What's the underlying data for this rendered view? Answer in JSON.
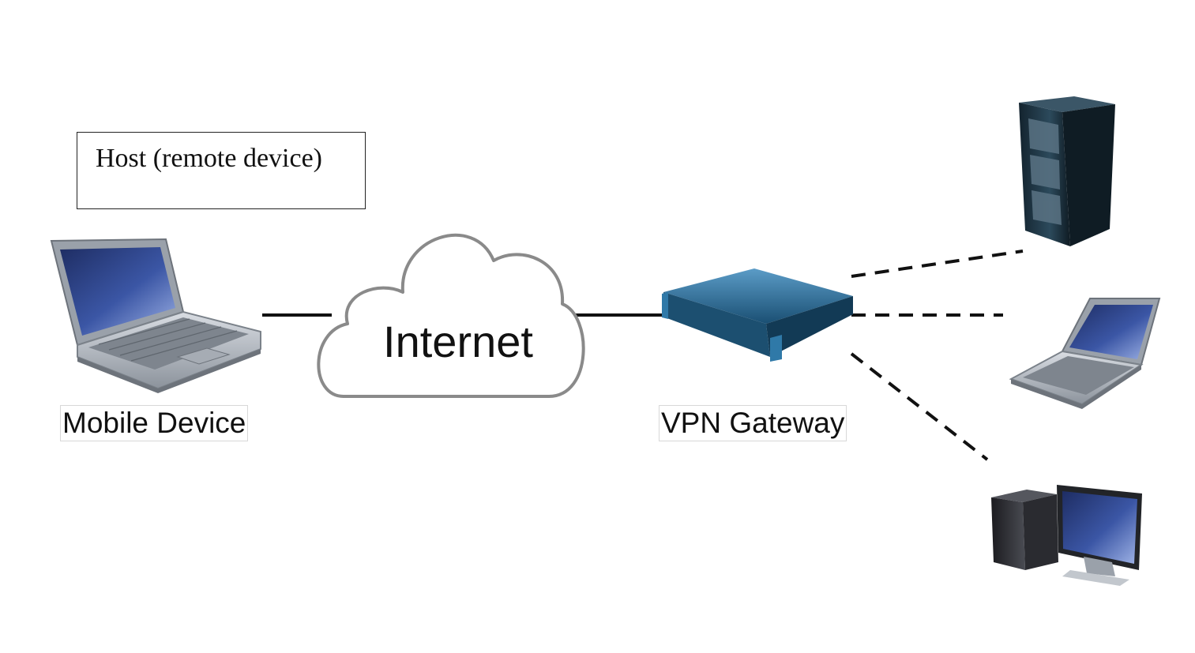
{
  "labels": {
    "host": "Host (remote device)",
    "mobile_device": "Mobile Device",
    "internet": "Internet",
    "vpn_gateway": "VPN Gateway"
  },
  "colors": {
    "laptop_body": "#a7adb5",
    "screen": "#2b3f77",
    "gateway": "#215d84",
    "server_rack": "#1f3340",
    "cloud_stroke": "#8a8a8a",
    "line": "#111111"
  },
  "icons": [
    "laptop-icon",
    "cloud-icon",
    "vpn-gateway-icon",
    "server-rack-icon",
    "desktop-computer-icon"
  ]
}
